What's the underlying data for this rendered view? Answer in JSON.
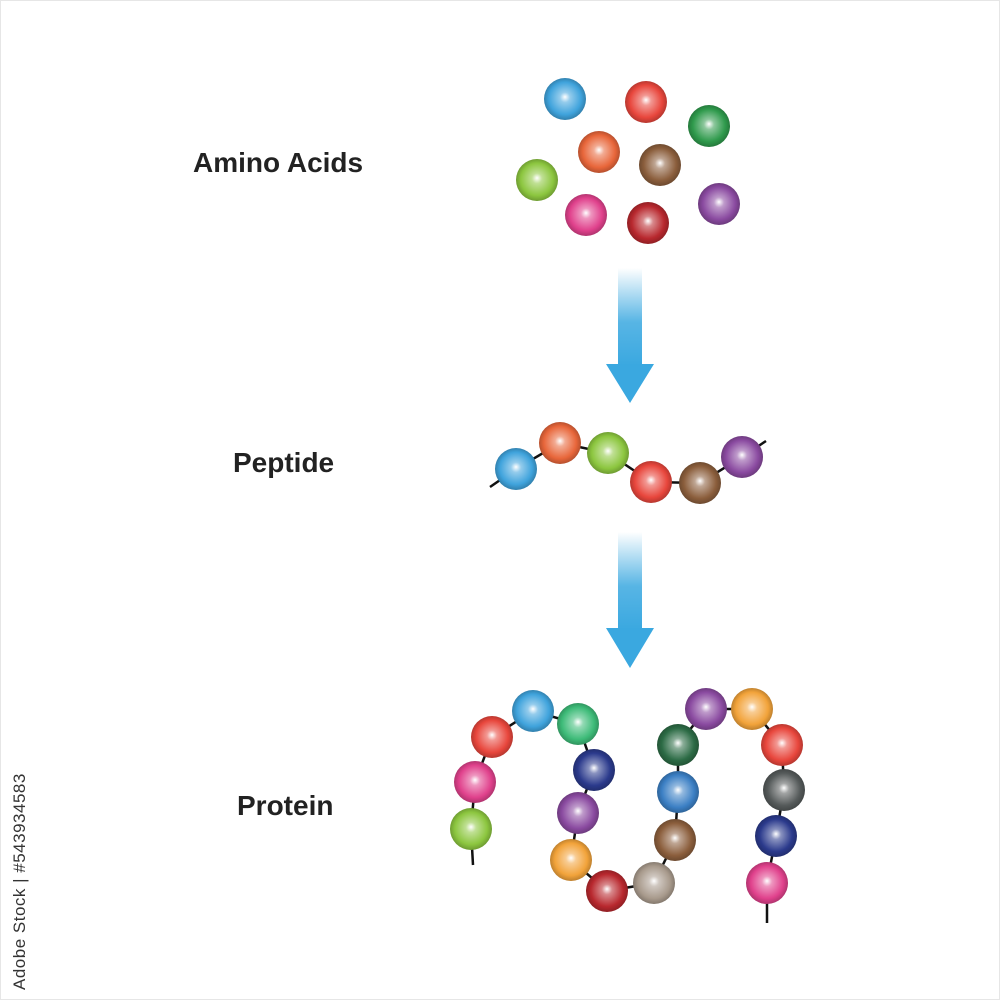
{
  "labels": {
    "amino_acids": "Amino Acids",
    "peptide": "Peptide",
    "protein": "Protein"
  },
  "watermark": "Adobe Stock | #543934583",
  "colors": {
    "arrow": "#3aa8e0",
    "bond": "#111111",
    "text": "#222222",
    "beads": {
      "blue": "#3fa3dc",
      "red": "#e8463c",
      "green": "#2f9a4c",
      "orange": "#e8663a",
      "brown": "#8b5e3c",
      "lime": "#8cc63f",
      "pink": "#e0418c",
      "darkred": "#b8282e",
      "purple": "#8a4aa0",
      "mint": "#3dbb78",
      "navy": "#2b3a8c",
      "gold": "#f2a33a",
      "darkgreen": "#2c6b45",
      "steelblue": "#3b7fc4",
      "gray": "#555a5a",
      "beige": "#a89a8c"
    }
  },
  "amino_acids": [
    "blue",
    "red",
    "green",
    "orange",
    "brown",
    "lime",
    "pink",
    "darkred",
    "purple"
  ],
  "peptide": [
    "blue",
    "orange",
    "lime",
    "red",
    "brown",
    "purple"
  ],
  "protein": [
    "lime",
    "pink",
    "red",
    "blue",
    "mint",
    "navy",
    "purple",
    "gold",
    "darkred",
    "beige",
    "brown",
    "steelblue",
    "darkgreen",
    "purple",
    "gold",
    "red",
    "gray",
    "navy",
    "pink"
  ]
}
